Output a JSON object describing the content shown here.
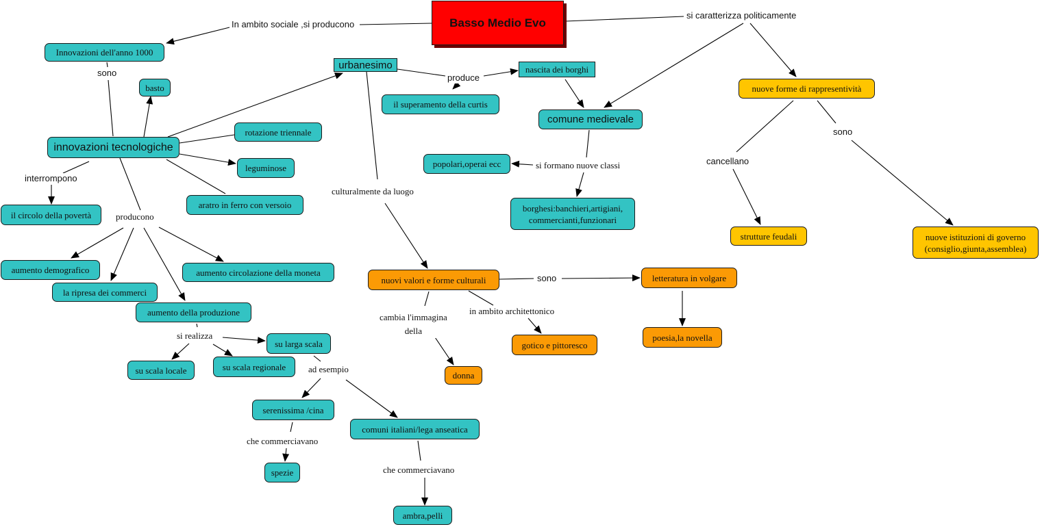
{
  "nodes": {
    "basso_medio_evo": "Basso Medio Evo",
    "innovazioni_1000": "Innovazioni dell'anno 1000",
    "basto": "basto",
    "urbanesimo": "urbanesimo",
    "nascita_borghi": "nascita dei borghi",
    "superamento_curtis": "il superamento della curtis",
    "comune_medievale": "comune medievale",
    "nuove_forme": "nuove forme di rappresentività",
    "innovazioni_tecnologiche": "innovazioni tecnologiche",
    "rotazione": "rotazione triennale",
    "leguminose": "leguminose",
    "aratro": "aratro in ferro con versoio",
    "popolari": "popolari,operai ecc",
    "borghesi_line1": "borghesi:banchieri,artigiani,",
    "borghesi_line2": "commercianti,funzionari",
    "circolo": "il circolo della povertà",
    "strutture_feudali": "strutture feudali",
    "istituzioni_line1": "nuove istituzioni di governo",
    "istituzioni_line2": "(consiglio,giunta,assemblea)",
    "aumento_demografico": "aumento demografico",
    "circolazione_moneta": "aumento circolazione della moneta",
    "ripresa_commerci": "la ripresa dei commerci",
    "aumento_produzione": "aumento della produzione",
    "nuovi_valori": "nuovi valori e forme culturali",
    "letteratura": "letteratura in volgare",
    "gotico": "gotico e pittoresco",
    "poesia": "poesia,la novella",
    "donna": "donna",
    "larga_scala": "su larga scala",
    "scala_locale": "su scala locale",
    "scala_regionale": "su scala regionale",
    "serenissima": "serenissima /cina",
    "comuni_italiani": "comuni italiani/lega anseatica",
    "spezie": "spezie",
    "ambra": "ambra,pelli"
  },
  "labels": {
    "ambito_sociale": "In ambito sociale ,si producono",
    "caratterizza": "si caratterizza politicamente",
    "sono_1": "sono",
    "produce": "produce",
    "interrompono": "interrompono",
    "si_formano": "si formano nuove classi",
    "cancellano": "cancellano",
    "sono_2": "sono",
    "culturalmente": "culturalmente da luogo",
    "producono": "producono",
    "sono_3": "sono",
    "cambia_line1": "cambia l'immagina",
    "cambia_line2": "della",
    "architettonico": "in ambito architettonico",
    "si_realizza": "si realizza",
    "ad_esempio": "ad esempio",
    "che_commerciavano_1": "che commerciavano",
    "che_commerciavano_2": "che commerciavano"
  },
  "colors": {
    "teal": "#33c3c3",
    "orange": "#fb9a05",
    "yellow": "#ffc500",
    "title_red": "#ff0000"
  }
}
